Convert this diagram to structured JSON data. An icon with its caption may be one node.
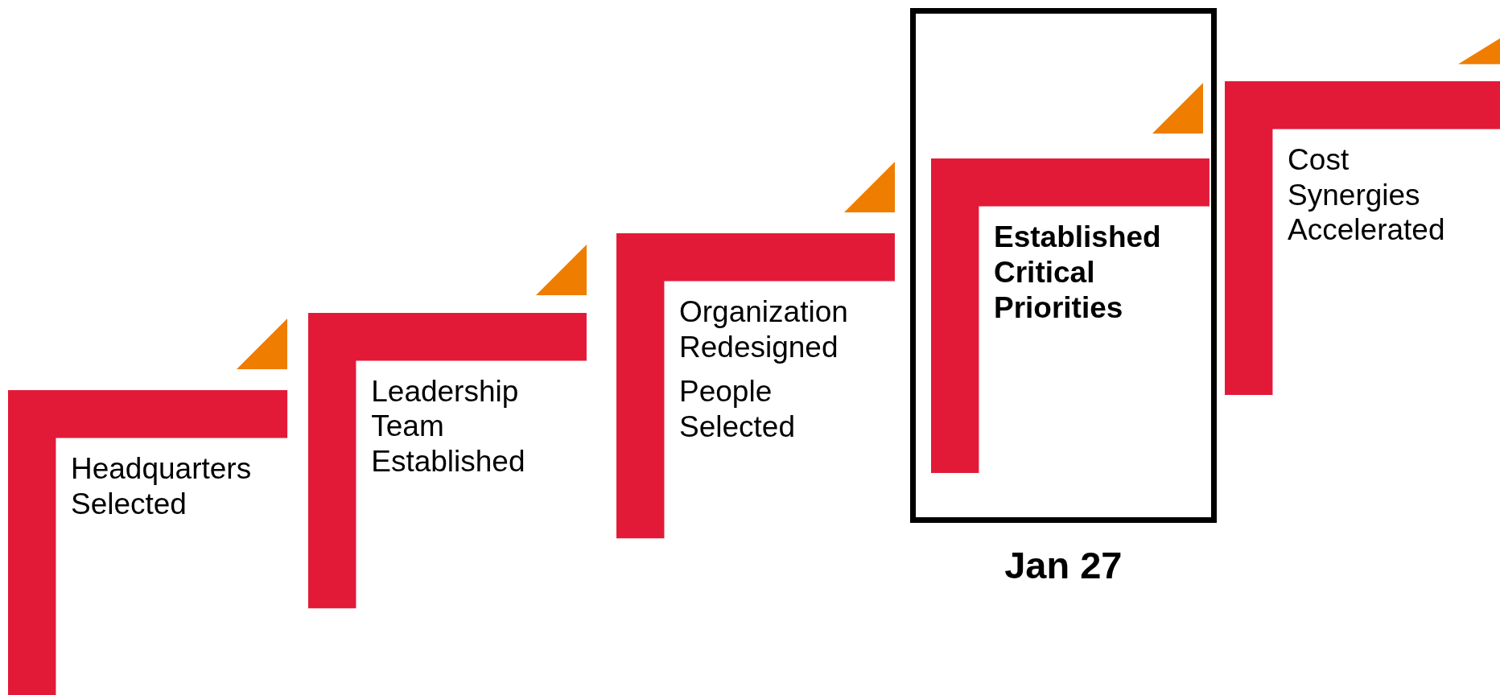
{
  "diagram": {
    "nodes": [
      {
        "text": [
          "Headquarters Selected"
        ]
      },
      {
        "text": [
          "Leadership Team Established"
        ]
      },
      {
        "text": [
          "Organization Redesigned",
          "People Selected"
        ]
      },
      {
        "text": [
          "Jan 27"
        ]
      },
      {
        "text": [
          "Established Critical Priorities"
        ],
        "in": 3
      },
      {
        "text": [
          "Cost Synergies Accelerated"
        ]
      }
    ]
  }
}
